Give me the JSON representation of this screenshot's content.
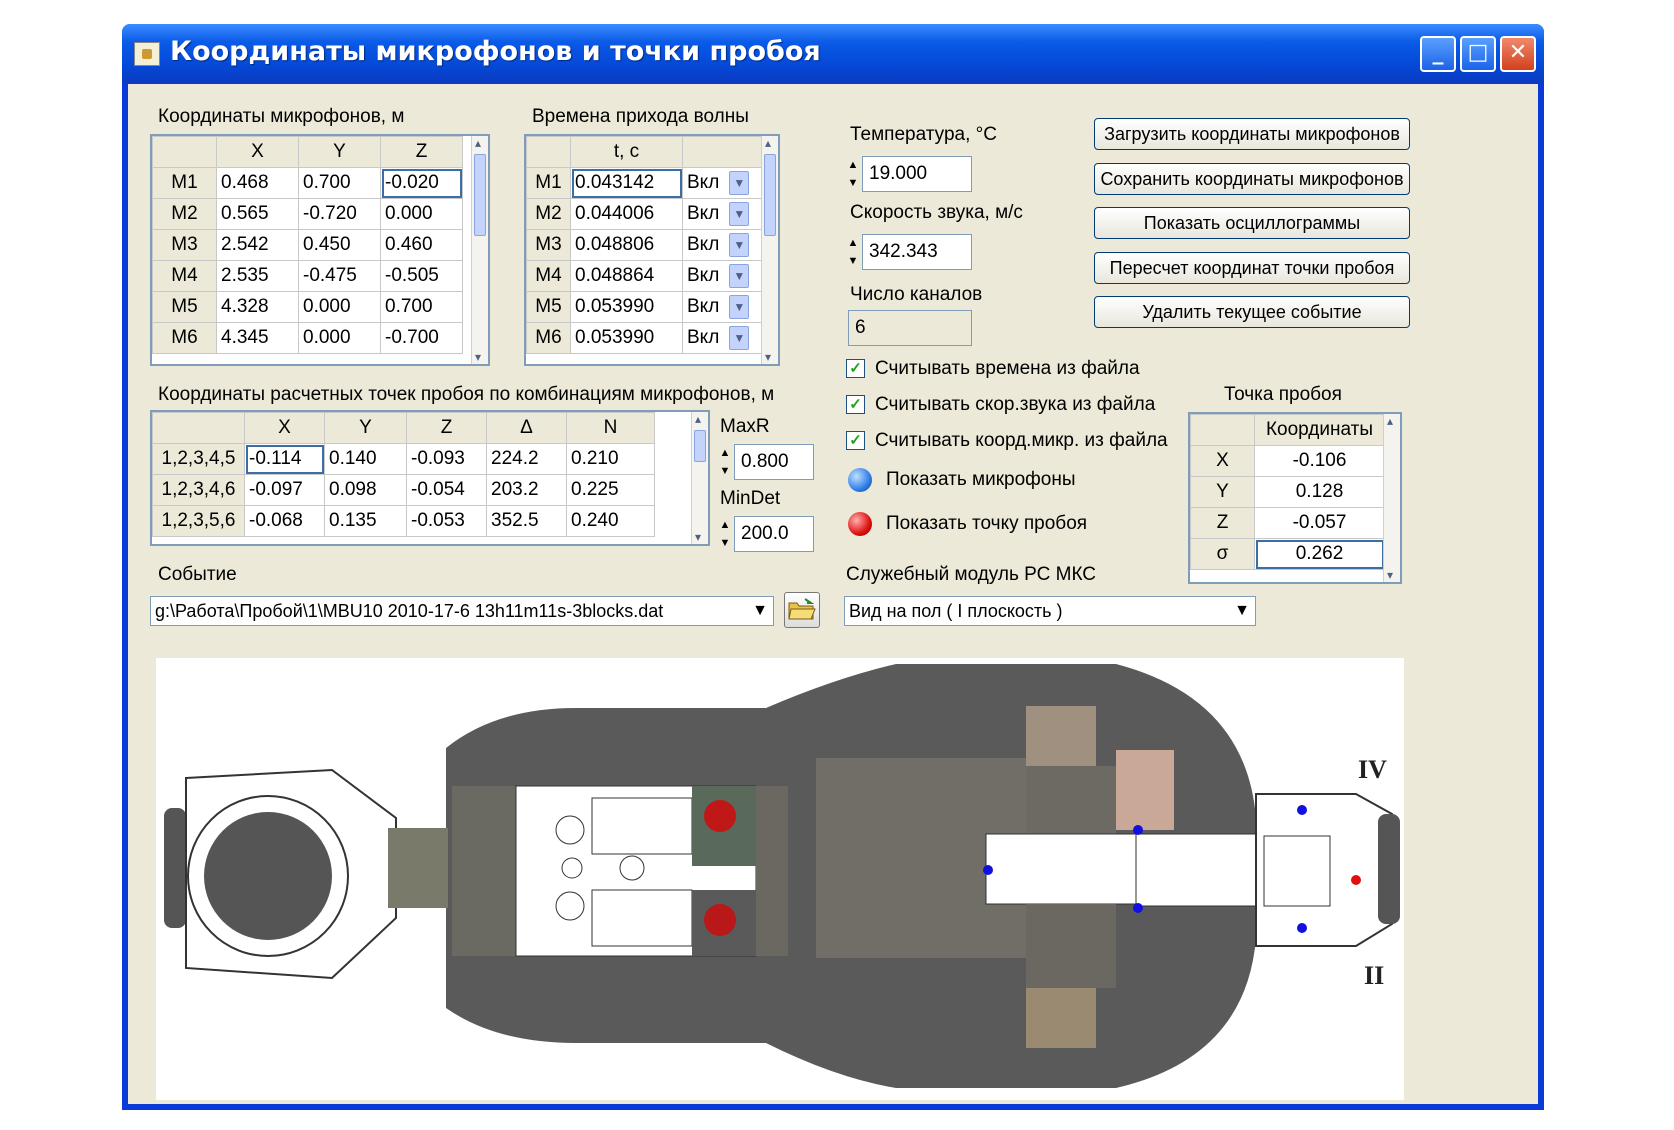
{
  "window": {
    "title": "Координаты микрофонов и точки пробоя",
    "minimize": "_",
    "maximize": "□",
    "close": "✕"
  },
  "mic_coords": {
    "label": "Координаты микрофонов, м",
    "headers": [
      "",
      "X",
      "Y",
      "Z"
    ],
    "rows": [
      [
        "M1",
        "0.468",
        "0.700",
        "-0.020"
      ],
      [
        "M2",
        "0.565",
        "-0.720",
        "0.000"
      ],
      [
        "M3",
        "2.542",
        "0.450",
        "0.460"
      ],
      [
        "M4",
        "2.535",
        "-0.475",
        "-0.505"
      ],
      [
        "M5",
        "4.328",
        "0.000",
        "0.700"
      ],
      [
        "M6",
        "4.345",
        "0.000",
        "-0.700"
      ]
    ]
  },
  "arrival_times": {
    "label": "Времена прихода волны",
    "headers": [
      "",
      "t, c",
      ""
    ],
    "rows": [
      [
        "M1",
        "0.043142",
        "Вкл"
      ],
      [
        "M2",
        "0.044006",
        "Вкл"
      ],
      [
        "M3",
        "0.048806",
        "Вкл"
      ],
      [
        "M4",
        "0.048864",
        "Вкл"
      ],
      [
        "M5",
        "0.053990",
        "Вкл"
      ],
      [
        "M6",
        "0.053990",
        "Вкл"
      ]
    ]
  },
  "calc_points": {
    "label": "Координаты расчетных точек пробоя по комбинациям микрофонов, м",
    "headers": [
      "",
      "X",
      "Y",
      "Z",
      "Δ",
      "N"
    ],
    "rows": [
      [
        "1,2,3,4,5",
        "-0.114",
        "0.140",
        "-0.093",
        "224.2",
        "0.210"
      ],
      [
        "1,2,3,4,6",
        "-0.097",
        "0.098",
        "-0.054",
        "203.2",
        "0.225"
      ],
      [
        "1,2,3,5,6",
        "-0.068",
        "0.135",
        "-0.053",
        "352.5",
        "0.240"
      ]
    ]
  },
  "maxr": {
    "label": "MaxR",
    "value": "0.800"
  },
  "mindet": {
    "label": "MinDet",
    "value": "200.0"
  },
  "temperature": {
    "label": "Температура, °C",
    "value": "19.000"
  },
  "sound_speed": {
    "label": "Скорость звука, м/с",
    "value": "342.343"
  },
  "channels": {
    "label": "Число каналов",
    "value": "6"
  },
  "buttons": {
    "load": "Загрузить координаты микрофонов",
    "save": "Сохранить координаты микрофонов",
    "show_osc": "Показать осциллограммы",
    "recalc": "Пересчет координат точки пробоя",
    "delete": "Удалить текущее событие"
  },
  "checkboxes": [
    "Считывать времена из файла",
    "Считывать скор.звука из файла",
    "Считывать коорд.микр. из файла"
  ],
  "radios": {
    "mics": "Показать микрофоны",
    "point": "Показать точку пробоя",
    "mics_color": "#2f7fe8",
    "point_color": "#e01010"
  },
  "breakdown": {
    "label": "Точка пробоя",
    "header": "Координаты",
    "rows": [
      [
        "X",
        "-0.106"
      ],
      [
        "Y",
        "0.128"
      ],
      [
        "Z",
        "-0.057"
      ],
      [
        "σ",
        "0.262"
      ]
    ]
  },
  "event": {
    "label": "Событие",
    "path": "g:\\Работа\\Пробой\\1\\MBU10 2010-17-6  13h11m11s-3blocks.dat"
  },
  "module": {
    "label": "Служебный модуль РС МКС",
    "view": "Вид на пол ( I плоскость )"
  },
  "map_labels": {
    "top": "IV",
    "bottom": "II"
  }
}
